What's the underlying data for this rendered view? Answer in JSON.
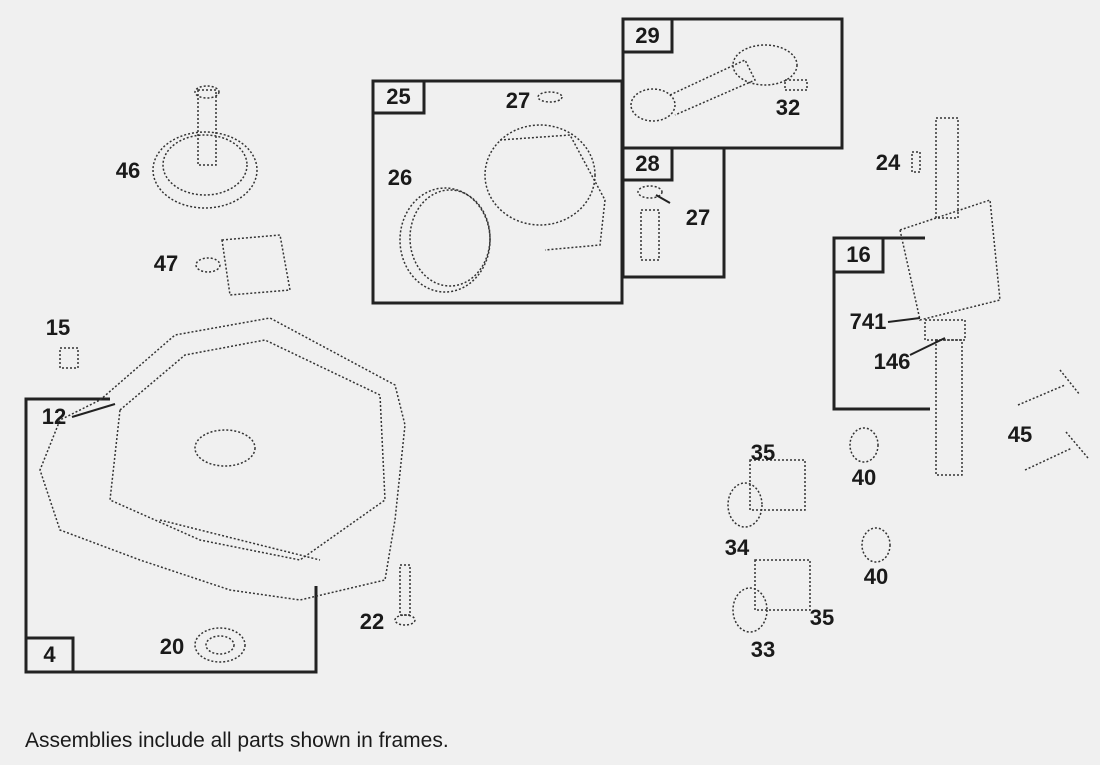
{
  "frames": [
    {
      "id": "25"
    },
    {
      "id": "29"
    },
    {
      "id": "28"
    },
    {
      "id": "16"
    },
    {
      "id": "4"
    }
  ],
  "callouts": [
    "46",
    "47",
    "15",
    "12",
    "20",
    "22",
    "26",
    "27",
    "27",
    "32",
    "24",
    "741",
    "146",
    "35",
    "40",
    "45",
    "34",
    "40",
    "35",
    "33"
  ],
  "caption": "Assemblies include all parts shown in frames."
}
